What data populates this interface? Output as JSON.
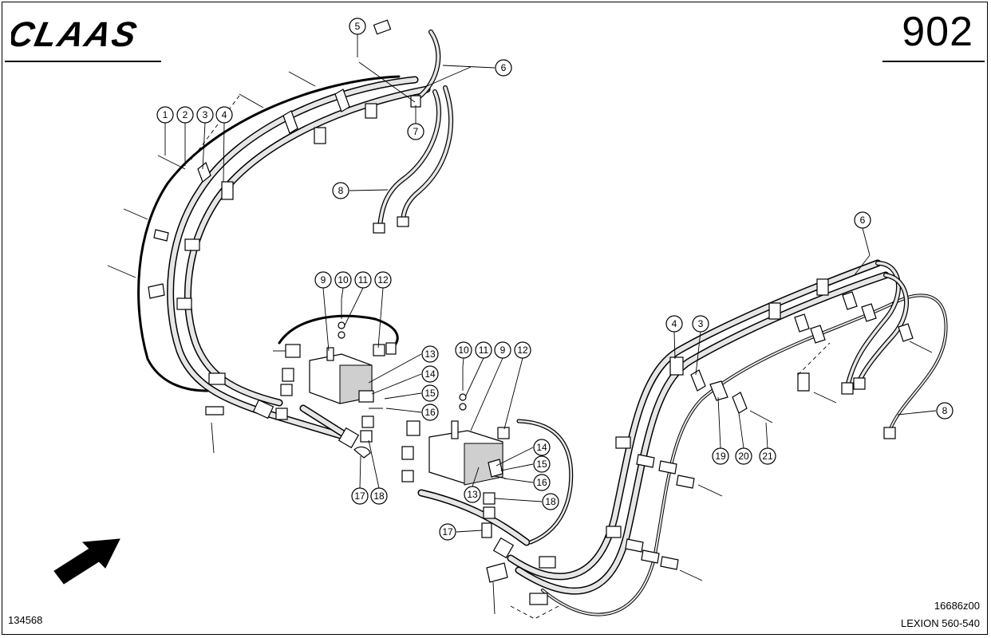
{
  "header": {
    "brand": "CLAAS",
    "page_number": "902"
  },
  "footer": {
    "image_id": "134568",
    "drawing_ref": "16686z00",
    "model": "LEXION 560-540"
  },
  "colors": {
    "line": "#000000",
    "paper": "#ffffff"
  },
  "callouts": {
    "c1": "1",
    "c2": "2",
    "c3": "3",
    "c4": "4",
    "c5": "5",
    "c6": "6",
    "c7": "7",
    "c8": "8",
    "c9": "9",
    "c10": "10",
    "c11": "11",
    "c12": "12",
    "c13": "13",
    "c14": "14",
    "c15": "15",
    "c16": "16",
    "c17": "17",
    "c18": "18",
    "r3": "3",
    "r4": "4",
    "r6": "6",
    "r8": "8",
    "r9": "9",
    "r10": "10",
    "r11": "11",
    "r12": "12",
    "r13": "13",
    "r14": "14",
    "r15": "15",
    "r16": "16",
    "r17": "17",
    "r18": "18",
    "r19": "19",
    "r20": "20",
    "r21": "21"
  },
  "icons": {
    "direction_arrow": "arrow-up-right-icon"
  }
}
